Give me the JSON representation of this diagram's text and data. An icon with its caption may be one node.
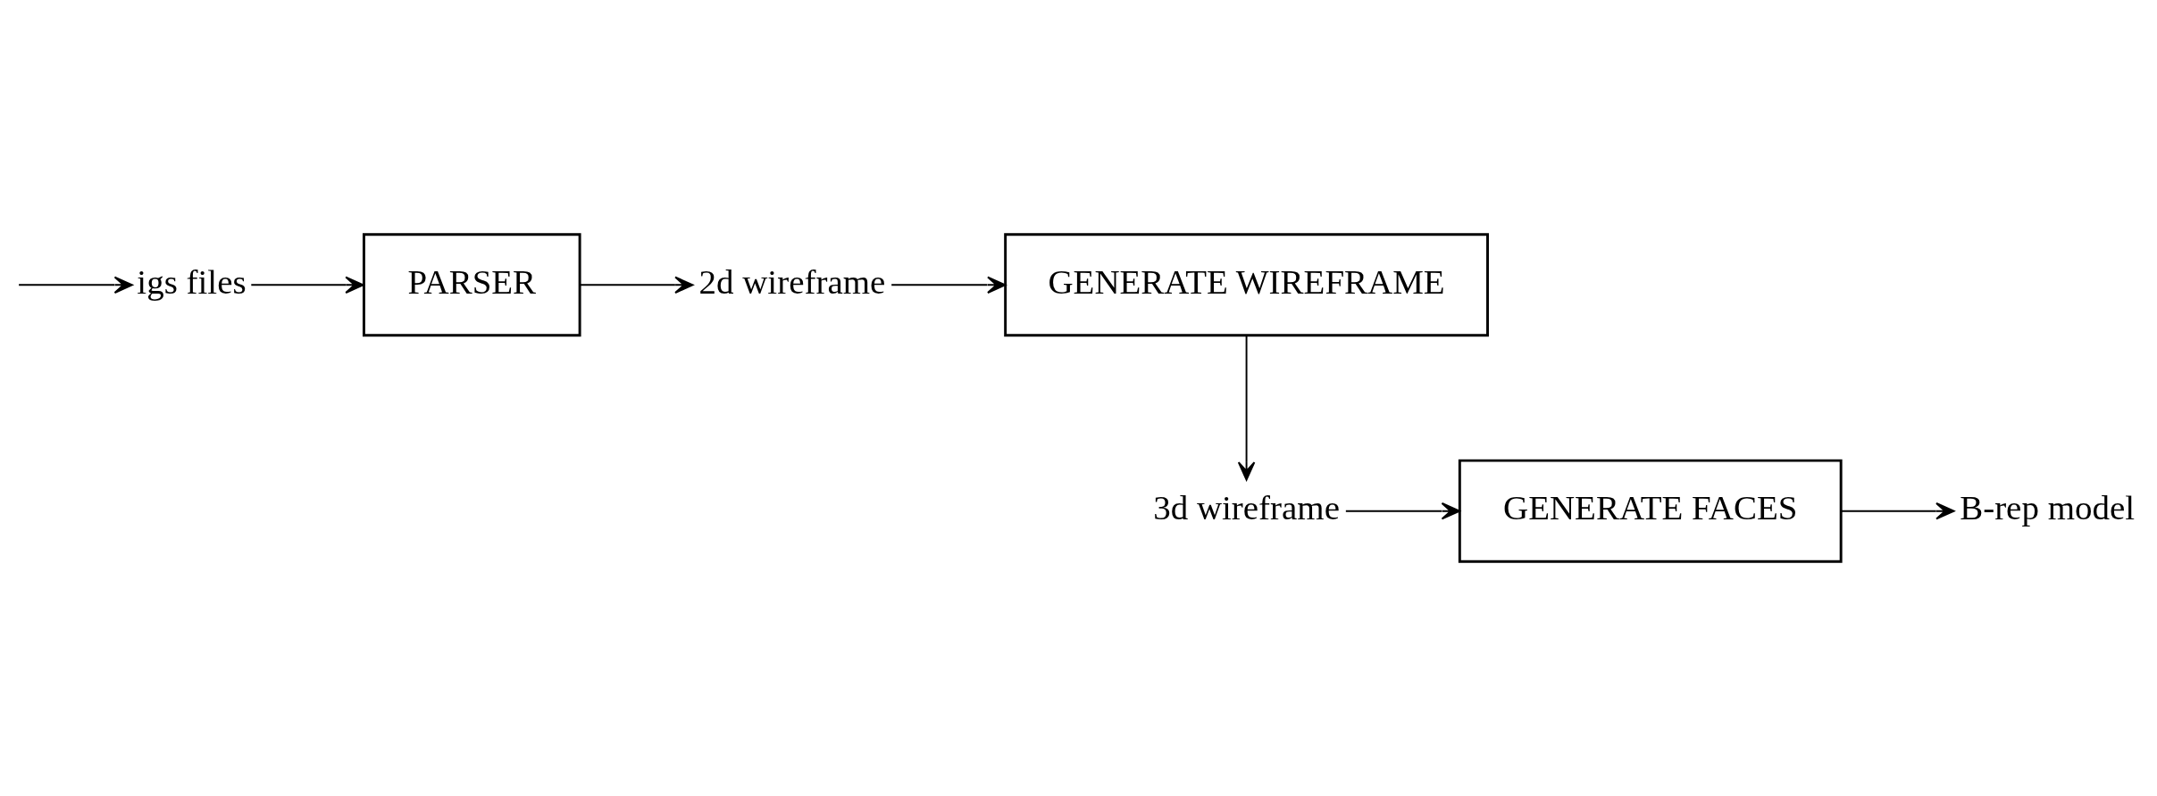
{
  "diagram": {
    "nodes": [
      {
        "text": [
          "igs files"
        ]
      },
      {
        "text": [
          "PARSER"
        ]
      },
      {
        "text": [
          "2d wireframe"
        ]
      },
      {
        "text": [
          "GENERATE WIREFRAME"
        ]
      },
      {
        "text": [
          "3d wireframe"
        ]
      },
      {
        "text": [
          "GENERATE FACES"
        ]
      },
      {
        "text": [
          "B-rep model"
        ]
      }
    ],
    "edges": [
      {
        "from": null,
        "to": 0,
        "arrow": "to"
      },
      {
        "from": 0,
        "to": 1,
        "arrow": "to"
      },
      {
        "from": 1,
        "to": 2,
        "arrow": "to"
      },
      {
        "from": 2,
        "to": 3,
        "arrow": "to"
      },
      {
        "from": 3,
        "to": 4,
        "arrow": "to"
      },
      {
        "from": 4,
        "to": 5,
        "arrow": "to"
      },
      {
        "from": 5,
        "to": 6,
        "arrow": "to"
      }
    ]
  }
}
